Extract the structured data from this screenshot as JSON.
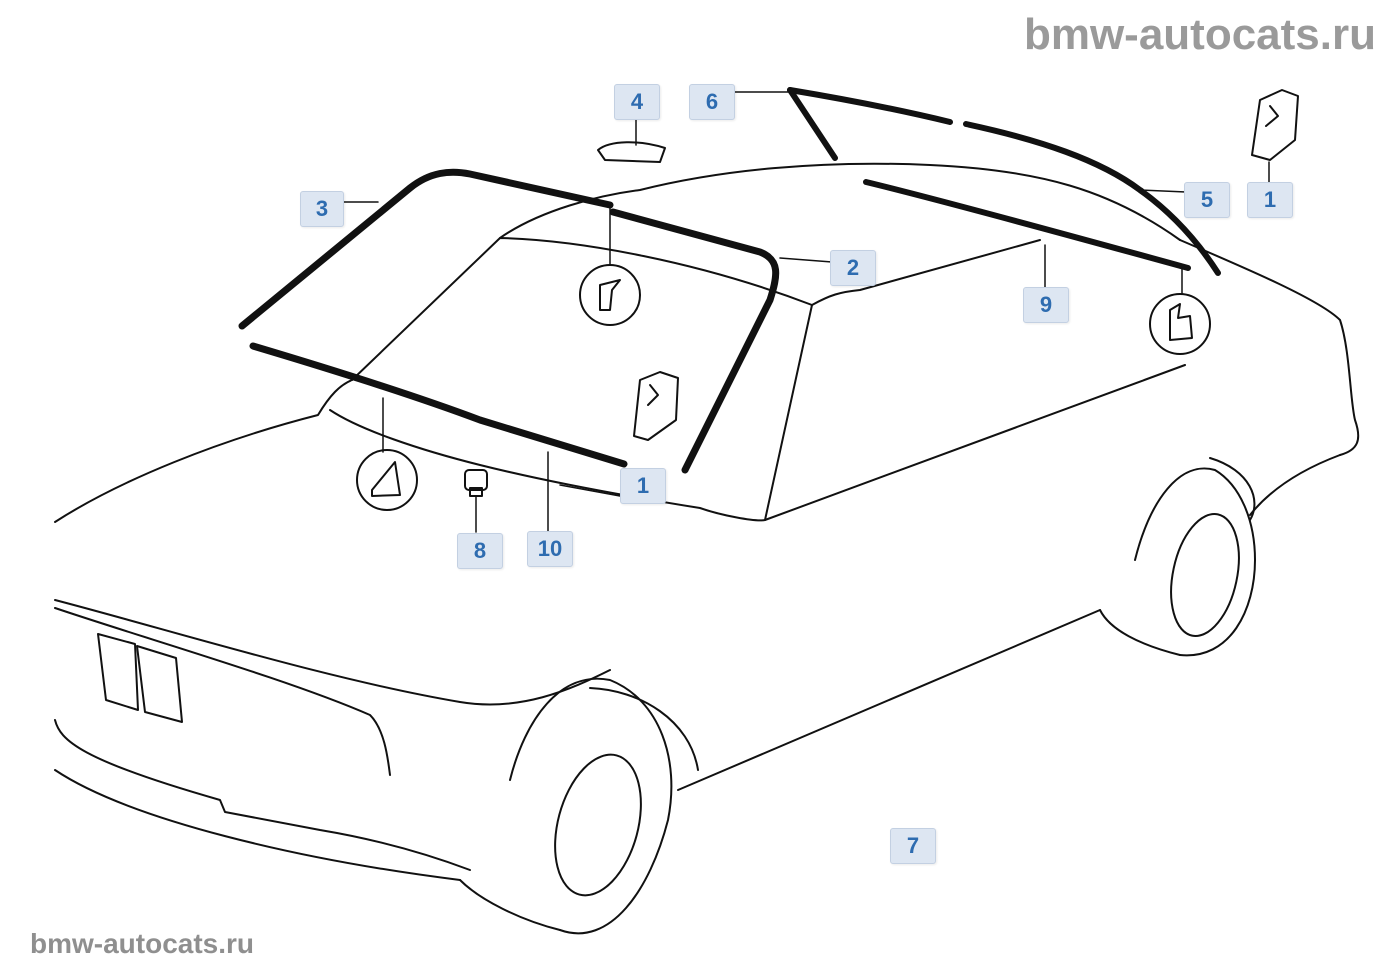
{
  "watermark_top": "bmw-autocats.ru",
  "watermark_bottom": "bmw-autocats.ru",
  "callouts": [
    "4",
    "6",
    "3",
    "2",
    "5",
    "1",
    "9",
    "1",
    "8",
    "10",
    "7"
  ],
  "colors": {
    "badge_bg": "#dde6f2",
    "badge_text": "#2e6cb0",
    "line": "#111111",
    "watermark": "#9a9a9a"
  }
}
